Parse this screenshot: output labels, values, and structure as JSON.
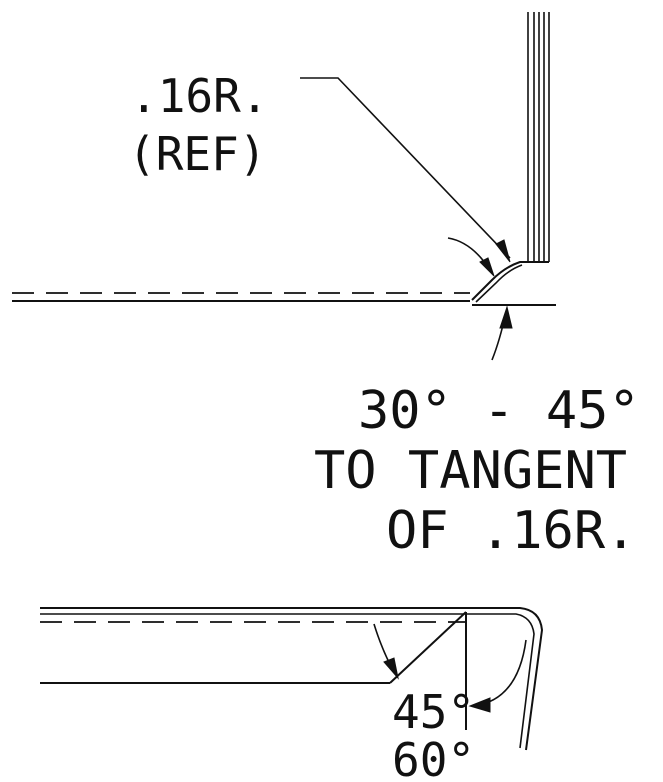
{
  "drawing": {
    "top_callout": {
      "radius_label": ".16R.",
      "ref_label": "(REF)"
    },
    "angle_note": {
      "angle_range": "30° - 45°",
      "line2": "TO TANGENT",
      "line3": "OF .16R."
    },
    "bottom_callout": {
      "angle_a": "45°",
      "angle_b": "60°"
    }
  }
}
